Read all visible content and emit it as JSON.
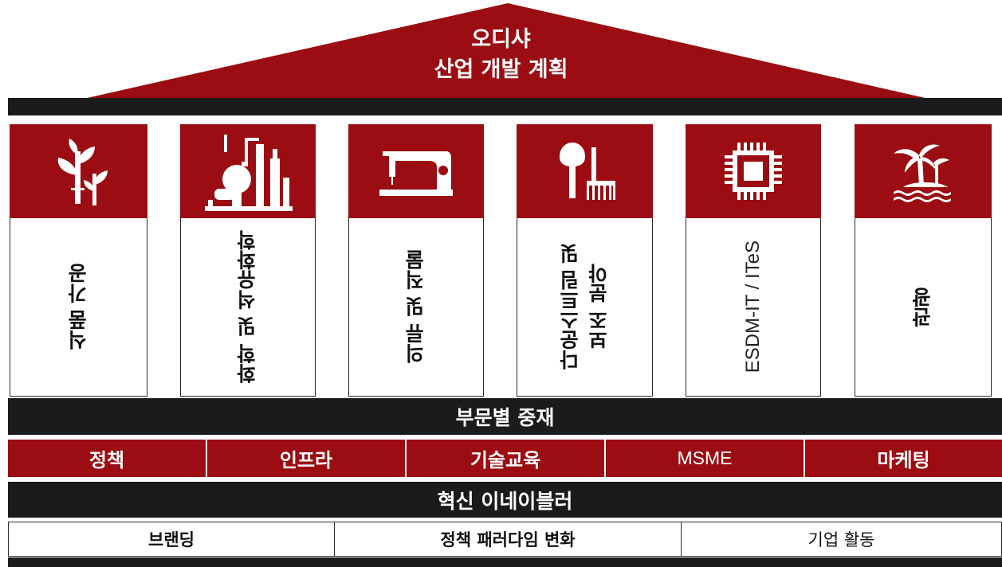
{
  "title": {
    "line1": "오디샤",
    "line2": "산업 개발 계획"
  },
  "colors": {
    "brand_red": "#9b0d12",
    "dark_band": "#1c1b1c",
    "background": "#ffffff"
  },
  "pillars": [
    {
      "label": "식품 가공",
      "icon": "plant-sprout-icon"
    },
    {
      "label": "화학 및 석유화학",
      "icon": "chemical-plant-icon"
    },
    {
      "label": "의류 및 직물",
      "icon": "sewing-machine-icon"
    },
    {
      "label_line1": "다운스트림 및",
      "label_line2": "보조 분야",
      "icon": "shovel-rake-icon"
    },
    {
      "label": "ESDM-IT / ITeS",
      "icon": "microchip-icon"
    },
    {
      "label": "관광",
      "icon": "palm-island-icon"
    }
  ],
  "sector_band": "부문별 중재",
  "interventions": [
    "정책",
    "인프라",
    "기술교육",
    "MSME",
    "마케팅"
  ],
  "enabler_band": "혁신 이네이블러",
  "enablers": [
    "브랜딩",
    "정책 패러다임 변화",
    "기업 활동"
  ]
}
